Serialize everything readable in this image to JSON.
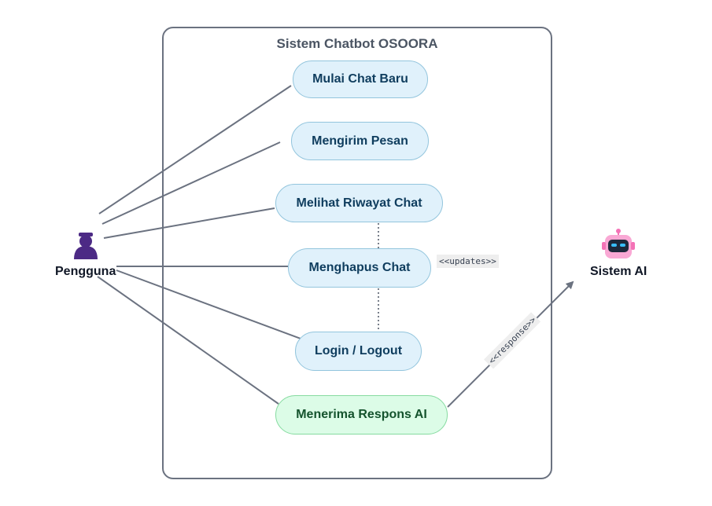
{
  "system": {
    "title": "Sistem Chatbot OSOORA"
  },
  "actors": {
    "user": {
      "label": "Pengguna",
      "icon": "person-icon"
    },
    "ai": {
      "label": "Sistem AI",
      "icon": "robot-icon"
    }
  },
  "usecases": [
    {
      "label": "Mulai Chat Baru"
    },
    {
      "label": "Mengirim Pesan"
    },
    {
      "label": "Melihat Riwayat Chat"
    },
    {
      "label": "Menghapus Chat"
    },
    {
      "label": "Login / Logout"
    },
    {
      "label": "Menerima Respons AI"
    }
  ],
  "stereotypes": {
    "updates": "<<updates>>",
    "response": "<<response>>"
  },
  "colors": {
    "usecase_fill": "#e0f1fb",
    "usecase_ai_fill": "#dcfce7",
    "line": "#6b7280",
    "actor": "#4c2a85"
  }
}
